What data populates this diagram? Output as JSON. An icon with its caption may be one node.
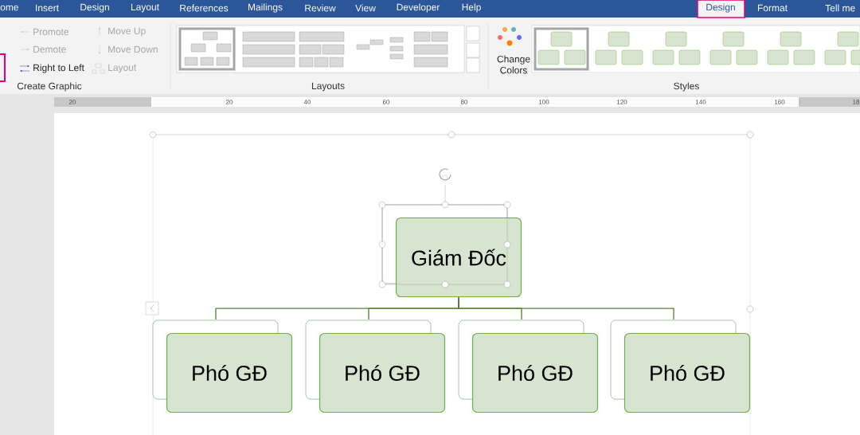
{
  "diagram": {
    "nodes": [
      {
        "text": [
          "Giám Đốc"
        ]
      },
      {
        "text": [
          "Phó GĐ"
        ]
      },
      {
        "text": [
          "Phó GĐ"
        ]
      },
      {
        "text": [
          "Phó GĐ"
        ]
      },
      {
        "text": [
          "Phó GĐ"
        ]
      }
    ],
    "edges": [
      {
        "from": 0,
        "to": 1,
        "arrow": "none"
      },
      {
        "from": 0,
        "to": 2,
        "arrow": "none"
      },
      {
        "from": 0,
        "to": 3,
        "arrow": "none"
      },
      {
        "from": 0,
        "to": 4,
        "arrow": "none"
      }
    ],
    "labels": [
      "ome",
      "Insert",
      "Design",
      "Layout",
      "References",
      "Mailings",
      "Review",
      "View",
      "Developer",
      "Help",
      "Design",
      "Format",
      "Tell me",
      "Promote",
      "Move Up",
      "Demote",
      "Move Down",
      "Right to Left",
      "Layout",
      "Create Graphic",
      "Layouts",
      "Change Colors",
      "Styles",
      "20",
      "20",
      "40",
      "60",
      "80",
      "100",
      "120",
      "140",
      "160",
      "18"
    ]
  }
}
